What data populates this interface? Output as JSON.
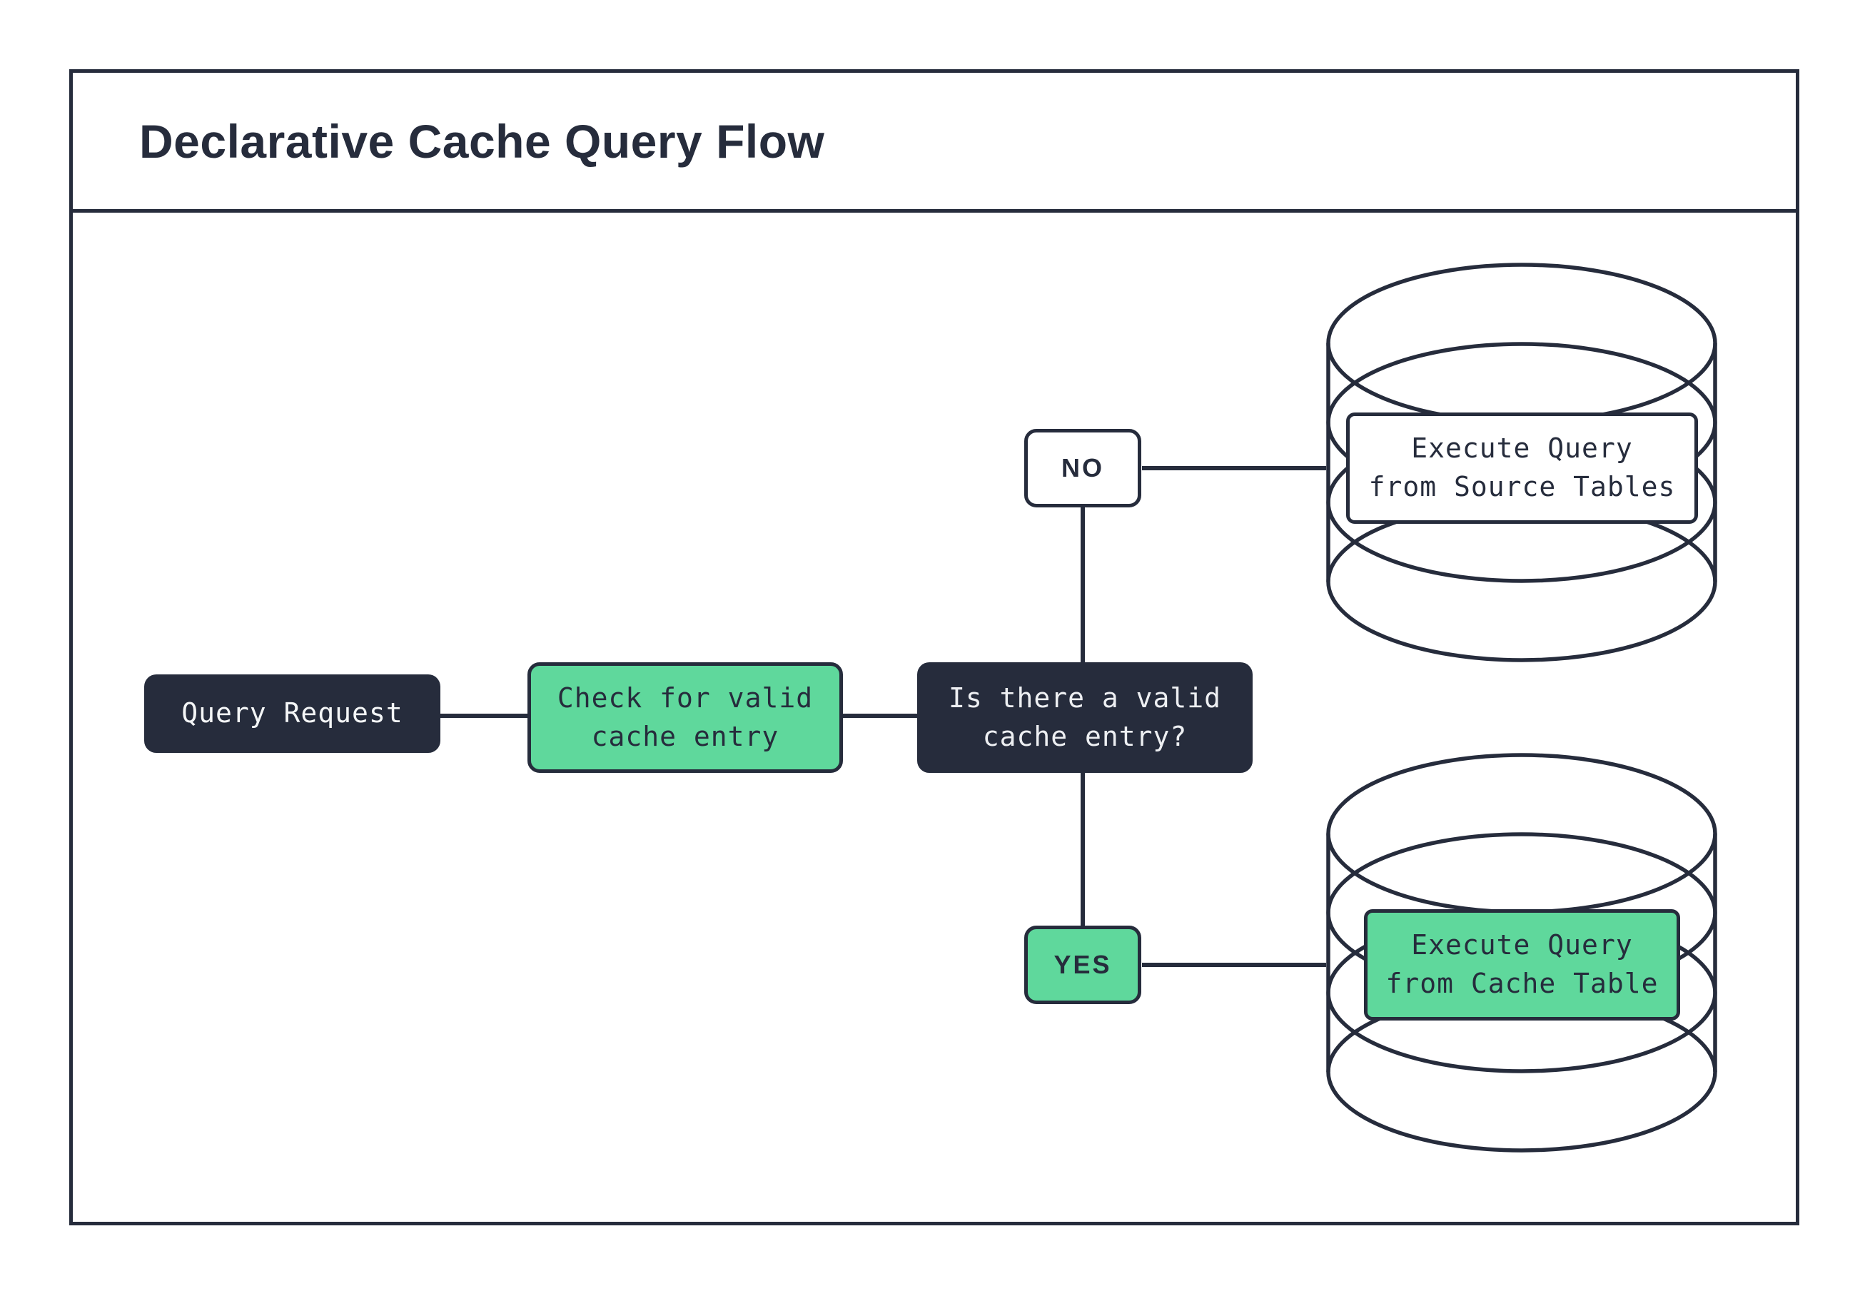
{
  "title": "Declarative Cache Query Flow",
  "colors": {
    "ink": "#262c3c",
    "green": "#5fd89c",
    "paper": "#ffffff"
  },
  "flow": {
    "start": {
      "label": "Query Request"
    },
    "check": {
      "line1": "Check for valid",
      "line2": "cache entry"
    },
    "decision": {
      "line1": "Is there a valid",
      "line2": "cache entry?"
    },
    "branch_no": {
      "label": "NO"
    },
    "branch_yes": {
      "label": "YES"
    },
    "source_db": {
      "line1": "Execute Query",
      "line2": "from Source Tables"
    },
    "cache_db": {
      "line1": "Execute Query",
      "line2": "from Cache Table"
    }
  }
}
